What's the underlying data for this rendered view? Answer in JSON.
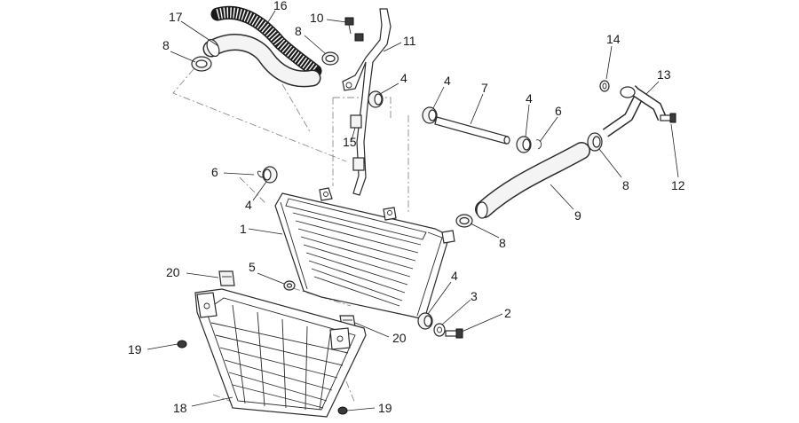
{
  "callouts": {
    "c1": "1",
    "c2": "2",
    "c3": "3",
    "c4a": "4",
    "c4b": "4",
    "c4c": "4",
    "c4d": "4",
    "c4e": "4",
    "c5": "5",
    "c6a": "6",
    "c6b": "6",
    "c7": "7",
    "c8a": "8",
    "c8b": "8",
    "c8c": "8",
    "c8d": "8",
    "c9": "9",
    "c10": "10",
    "c11": "11",
    "c12": "12",
    "c13": "13",
    "c14": "14",
    "c15": "15",
    "c16": "16",
    "c17": "17",
    "c18": "18",
    "c19a": "19",
    "c19b": "19",
    "c20a": "20",
    "c20b": "20"
  },
  "colors": {
    "line": "#2a2a2a",
    "fill": "#f4f4f4",
    "dash": "#8a8a8a"
  }
}
